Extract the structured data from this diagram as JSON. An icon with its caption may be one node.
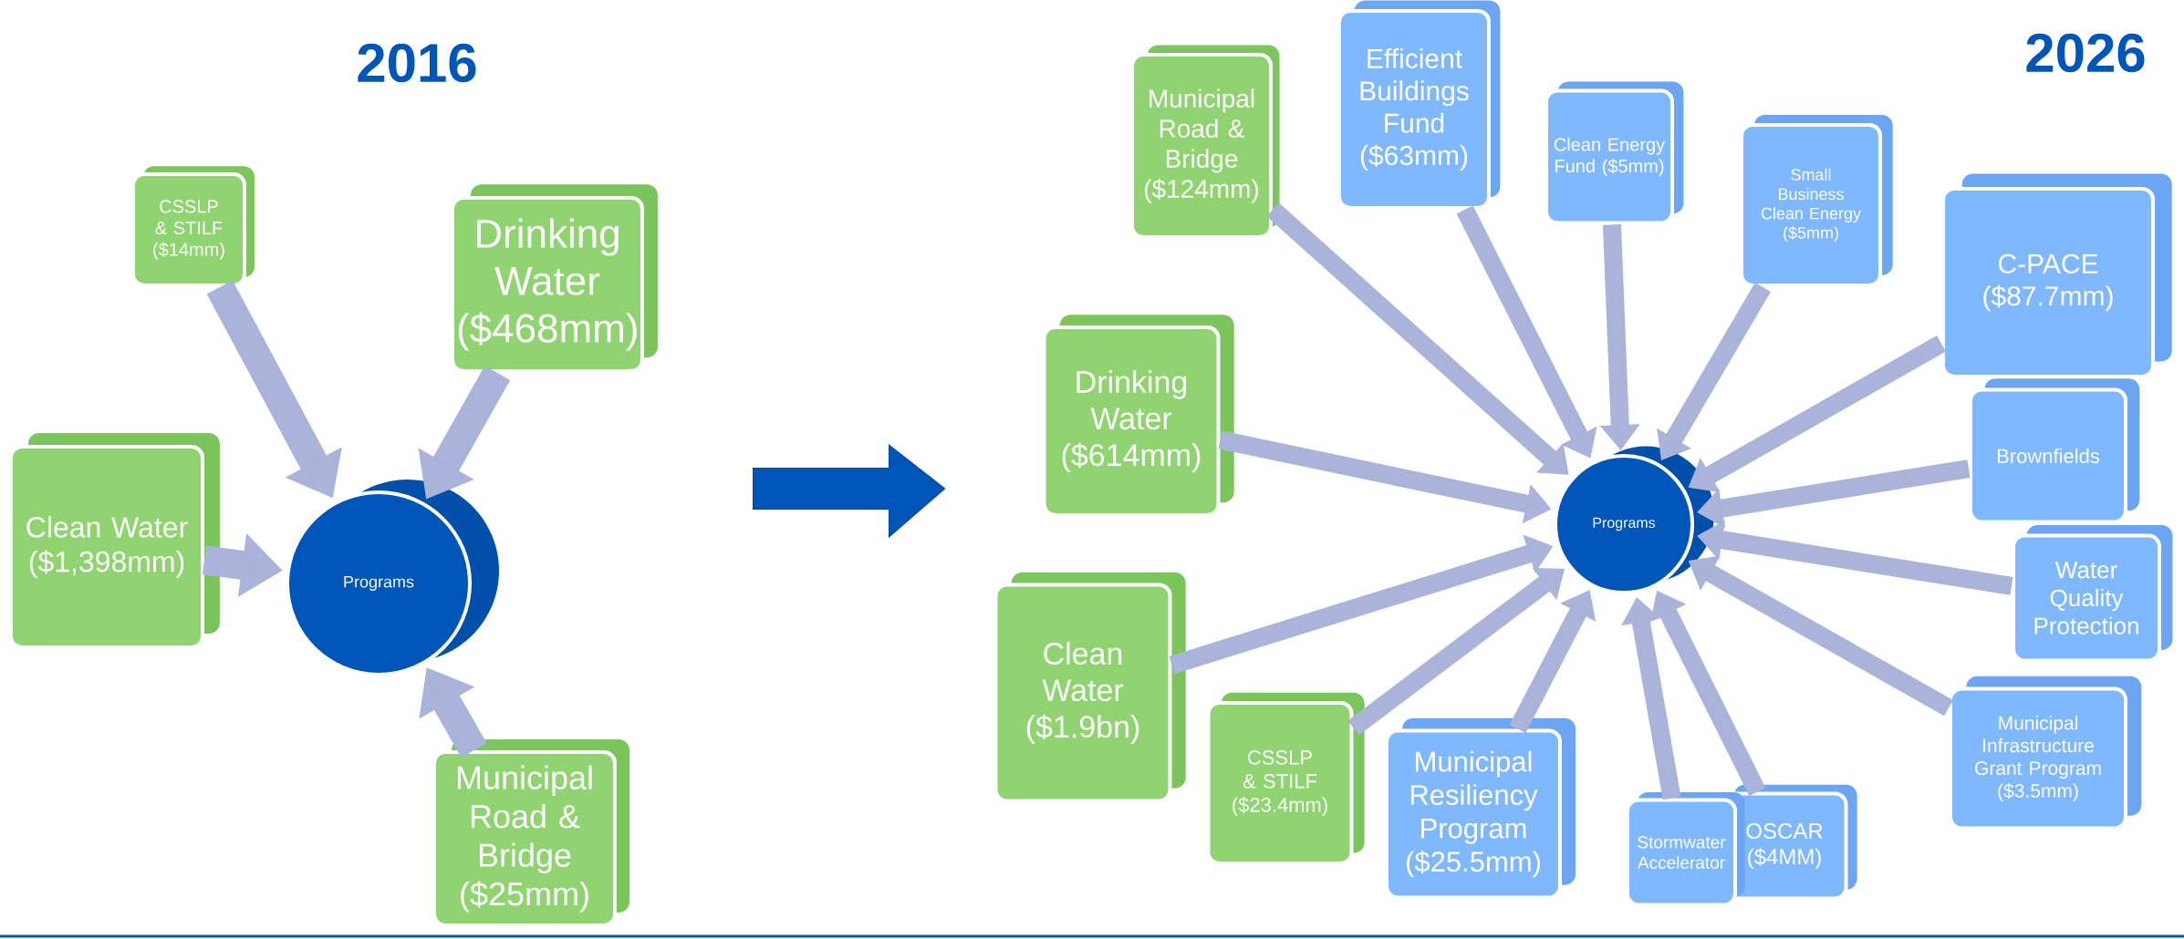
{
  "diagram": {
    "nodes": [
      {
        "text": [
          "Programs"
        ]
      },
      {
        "text": [
          "CSSLP & STILF ($14mm)"
        ]
      },
      {
        "text": [
          "Drinking Water ($468mm)"
        ]
      },
      {
        "text": [
          "Clean Water ($1,398mm)"
        ]
      },
      {
        "text": [
          "Municipal Road & Bridge ($25mm)"
        ]
      },
      {
        "text": [
          "Programs"
        ]
      },
      {
        "text": [
          "Municipal Road & Bridge ($124mm)"
        ]
      },
      {
        "text": [
          "Efficient Buildings Fund ($63mm)"
        ]
      },
      {
        "text": [
          "Clean Energy Fund ($5mm)"
        ]
      },
      {
        "text": [
          "Small Business Clean Energy ($5mm)"
        ]
      },
      {
        "text": [
          "C-PACE ($87.7mm)"
        ]
      },
      {
        "text": [
          "Brownfields"
        ]
      },
      {
        "text": [
          "Water Quality Protection"
        ]
      },
      {
        "text": [
          "Municipal Infrastructure Grant Program ($3.5mm)"
        ]
      },
      {
        "text": [
          "OSCAR ($4MM)"
        ]
      },
      {
        "text": [
          "Stormwater Accelerator"
        ]
      },
      {
        "text": [
          "Municipal Resiliency Program ($25.5mm)"
        ]
      },
      {
        "text": [
          "CSSLP & STILF ($23.4mm)"
        ]
      },
      {
        "text": [
          "Clean Water ($1.9bn)"
        ]
      },
      {
        "text": [
          "Drinking Water ($614mm)"
        ]
      }
    ],
    "edges": [
      {
        "from": 1,
        "to": 0,
        "arrow": "to"
      },
      {
        "from": 2,
        "to": 0,
        "arrow": "to"
      },
      {
        "from": 3,
        "to": 0,
        "arrow": "to"
      },
      {
        "from": 4,
        "to": 0,
        "arrow": "to"
      },
      {
        "from": 6,
        "to": 5,
        "arrow": "to"
      },
      {
        "from": 7,
        "to": 5,
        "arrow": "to"
      },
      {
        "from": 8,
        "to": 5,
        "arrow": "to"
      },
      {
        "from": 9,
        "to": 5,
        "arrow": "to"
      },
      {
        "from": 10,
        "to": 5,
        "arrow": "to"
      },
      {
        "from": 11,
        "to": 5,
        "arrow": "to"
      },
      {
        "from": 12,
        "to": 5,
        "arrow": "to"
      },
      {
        "from": 13,
        "to": 5,
        "arrow": "to"
      },
      {
        "from": 14,
        "to": 5,
        "arrow": "to"
      },
      {
        "from": 15,
        "to": 5,
        "arrow": "to"
      },
      {
        "from": 16,
        "to": 5,
        "arrow": "to"
      },
      {
        "from": 17,
        "to": 5,
        "arrow": "to"
      },
      {
        "from": 18,
        "to": 5,
        "arrow": "to"
      },
      {
        "from": 19,
        "to": 5,
        "arrow": "to"
      }
    ],
    "labels": [
      "2016",
      "2026"
    ]
  }
}
